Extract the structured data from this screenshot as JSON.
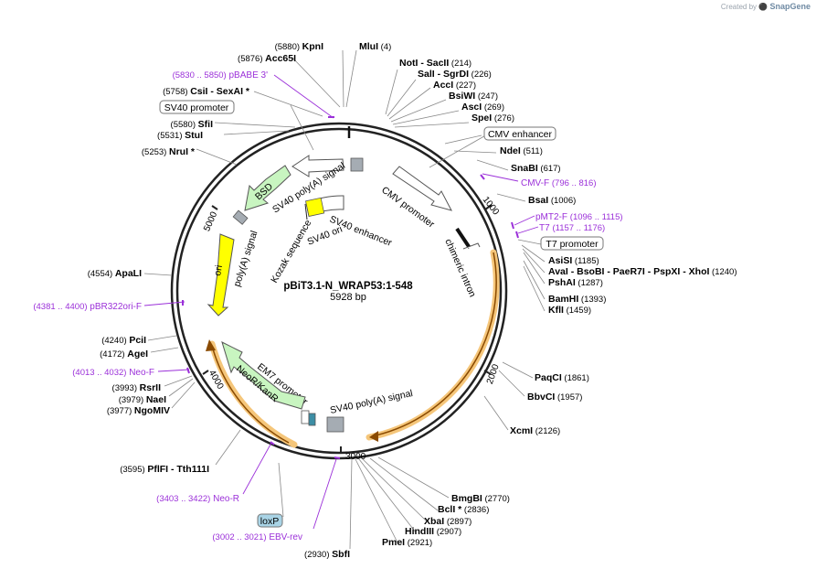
{
  "credit": {
    "prefix": "Created by",
    "brand": "SnapGene"
  },
  "plasmid": {
    "name": "pBiT3.1-N_WRAP53:1-548",
    "size": "5928 bp"
  },
  "ticks": [
    "1000",
    "2000",
    "3000",
    "4000",
    "5000"
  ],
  "features": [
    {
      "label": "CMV promoter"
    },
    {
      "label": "chimeric intron"
    },
    {
      "label": "SV40 poly(A) signal"
    },
    {
      "label": "EM7 promoter"
    },
    {
      "label": "NeoR/KanR"
    },
    {
      "label": "poly(A) signal"
    },
    {
      "label": "ori"
    },
    {
      "label": "BSD"
    },
    {
      "label": "SV40 poly(A) signal"
    },
    {
      "label": "SV40 enhancer"
    },
    {
      "label": "SV40 ori"
    },
    {
      "label": "Kozak sequence"
    }
  ],
  "boxed_labels": [
    {
      "text": "SV40 promoter"
    },
    {
      "text": "CMV enhancer"
    },
    {
      "text": "T7 promoter"
    },
    {
      "text": "loxP"
    }
  ],
  "sites": [
    {
      "pos": "(5880)",
      "name": "KpnI"
    },
    {
      "pos": "(5876)",
      "name": "Acc65I"
    },
    {
      "name": "MluI",
      "pos": "(4)"
    },
    {
      "name": "NotI - SacII",
      "pos": "(214)"
    },
    {
      "name": "SalI - SgrDI",
      "pos": "(226)"
    },
    {
      "name": "AccI",
      "pos": "(227)"
    },
    {
      "name": "BsiWI",
      "pos": "(247)"
    },
    {
      "name": "AscI",
      "pos": "(269)"
    },
    {
      "name": "SpeI",
      "pos": "(276)"
    },
    {
      "name": "NdeI",
      "pos": "(511)"
    },
    {
      "name": "SnaBI",
      "pos": "(617)"
    },
    {
      "name": "BsaI",
      "pos": "(1006)"
    },
    {
      "name": "AsiSI",
      "pos": "(1185)"
    },
    {
      "name": "AvaI - BsoBI - PaeR7I - PspXI - XhoI",
      "pos": "(1240)"
    },
    {
      "name": "PshAI",
      "pos": "(1287)"
    },
    {
      "name": "BamHI",
      "pos": "(1393)"
    },
    {
      "name": "KflI",
      "pos": "(1459)"
    },
    {
      "name": "PaqCI",
      "pos": "(1861)"
    },
    {
      "name": "BbvCI",
      "pos": "(1957)"
    },
    {
      "name": "XcmI",
      "pos": "(2126)"
    },
    {
      "name": "BmgBI",
      "pos": "(2770)"
    },
    {
      "name": "BclI *",
      "pos": "(2836)"
    },
    {
      "name": "XbaI",
      "pos": "(2897)"
    },
    {
      "name": "HindIII",
      "pos": "(2907)"
    },
    {
      "name": "PmeI",
      "pos": "(2921)"
    },
    {
      "pos": "(2930)",
      "name": "SbfI"
    },
    {
      "pos": "(3595)",
      "name": "PflFI - Tth111I"
    },
    {
      "pos": "(3977)",
      "name": "NgoMIV"
    },
    {
      "pos": "(3979)",
      "name": "NaeI"
    },
    {
      "pos": "(3993)",
      "name": "RsrII"
    },
    {
      "pos": "(4172)",
      "name": "AgeI"
    },
    {
      "pos": "(4240)",
      "name": "PciI"
    },
    {
      "pos": "(4554)",
      "name": "ApaLI"
    },
    {
      "pos": "(5253)",
      "name": "NruI *"
    },
    {
      "pos": "(5531)",
      "name": "StuI"
    },
    {
      "pos": "(5580)",
      "name": "SfiI"
    },
    {
      "pos": "(5758)",
      "name": "CsiI - SexAI *"
    }
  ],
  "primers": [
    {
      "range": "(5830 .. 5850)",
      "name": "pBABE 3'"
    },
    {
      "name": "CMV-F",
      "range": "(796 .. 816)"
    },
    {
      "name": "pMT2-F",
      "range": "(1096 .. 1115)"
    },
    {
      "name": "T7",
      "range": "(1157 .. 1176)"
    },
    {
      "range": "(4381 .. 4400)",
      "name": "pBR322ori-F"
    },
    {
      "range": "(4013 .. 4032)",
      "name": "Neo-F"
    },
    {
      "range": "(3403 .. 3422)",
      "name": "Neo-R"
    },
    {
      "range": "(3002 .. 3021)",
      "name": "EBV-rev"
    }
  ],
  "colors": {
    "primer": "#9b30d9",
    "ori": "#ffff00",
    "resistance": "#c8f5c0",
    "orf_highlight": "#f5c67a",
    "box_blue": "#a9d4e6"
  }
}
